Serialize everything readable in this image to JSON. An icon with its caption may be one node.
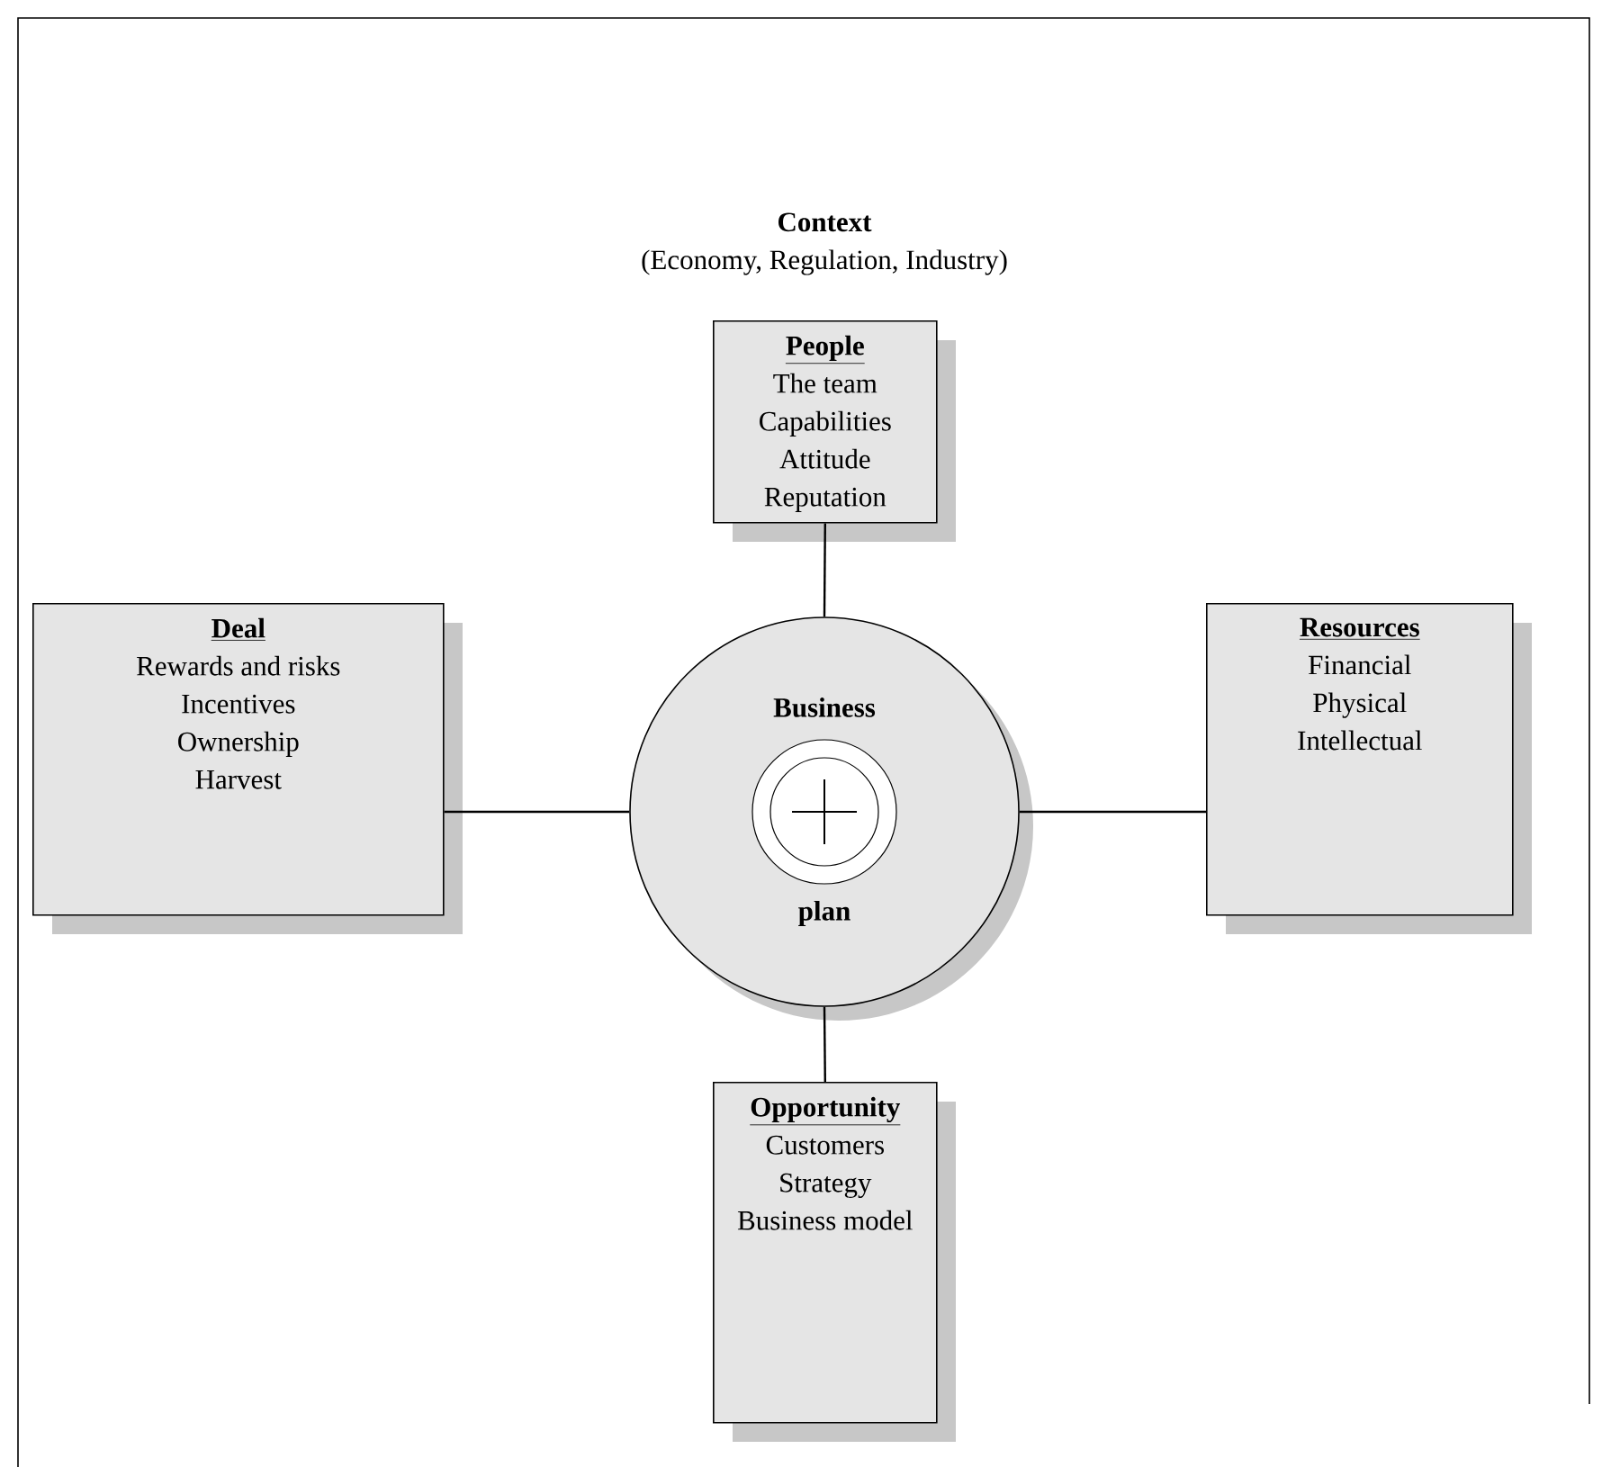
{
  "diagram": {
    "nodes": [
      {
        "text": [
          "Context",
          "(Economy, Regulation, Industry)"
        ]
      },
      {
        "text": [
          "People",
          "The team",
          "Capabilities",
          "Attitude",
          "Reputation"
        ],
        "in": 0
      },
      {
        "text": [
          "Deal",
          "Rewards and risks",
          "Incentives",
          "Ownership",
          "Harvest"
        ],
        "in": 0
      },
      {
        "text": [
          "Resources",
          "Financial",
          "Physical",
          "Intellectual"
        ],
        "in": 0
      },
      {
        "text": [
          "Opportunity",
          "Customers",
          "Strategy",
          "Business model"
        ],
        "in": 0
      },
      {
        "text": [
          "Business",
          "plan"
        ],
        "in": 0
      }
    ],
    "edges": [
      {
        "from": 1,
        "to": 5,
        "arrow": "none"
      },
      {
        "from": 2,
        "to": 5,
        "arrow": "none"
      },
      {
        "from": 5,
        "to": 3,
        "arrow": "none"
      },
      {
        "from": 5,
        "to": 4,
        "arrow": "none"
      }
    ]
  }
}
